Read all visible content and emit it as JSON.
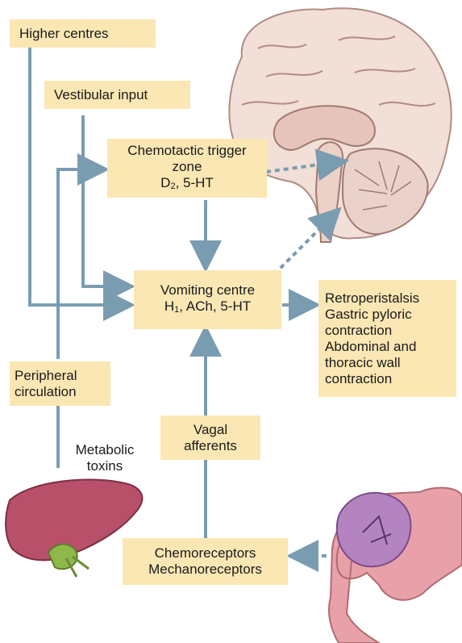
{
  "boxes": {
    "higher_centres": "Higher centres",
    "vestibular_input": "Vestibular input",
    "ctz": {
      "line1": "Chemotactic trigger",
      "line2": "zone",
      "d": "D",
      "sub2": "2",
      "rest": ", 5-HT"
    },
    "vomiting_centre": {
      "line1": "Vomiting centre",
      "h": "H",
      "sub1": "1",
      "rest": ", ACh, 5-HT"
    },
    "outputs": [
      "Retroperistalsis",
      "Gastric pyloric",
      "contraction",
      "Abdominal and",
      "thoracic wall",
      "contraction"
    ],
    "peripheral_circulation": [
      "Peripheral",
      "circulation"
    ],
    "vagal_afferents": [
      "Vagal",
      "afferents"
    ],
    "receptors": [
      "Chemoreceptors",
      "Mechanoreceptors"
    ]
  },
  "labels": {
    "metabolic_toxins": [
      "Metabolic",
      "toxins"
    ]
  },
  "illustrations": [
    "brain-illustration",
    "liver-illustration",
    "intestine-illustration"
  ],
  "colors": {
    "box_fill": "#fbe7b4",
    "arrow": "#7a9cb0",
    "liver": "#b8506a",
    "gallbladder": "#8fb84a",
    "brain": "#f0dcd4",
    "intestine": "#e8a0a8"
  }
}
